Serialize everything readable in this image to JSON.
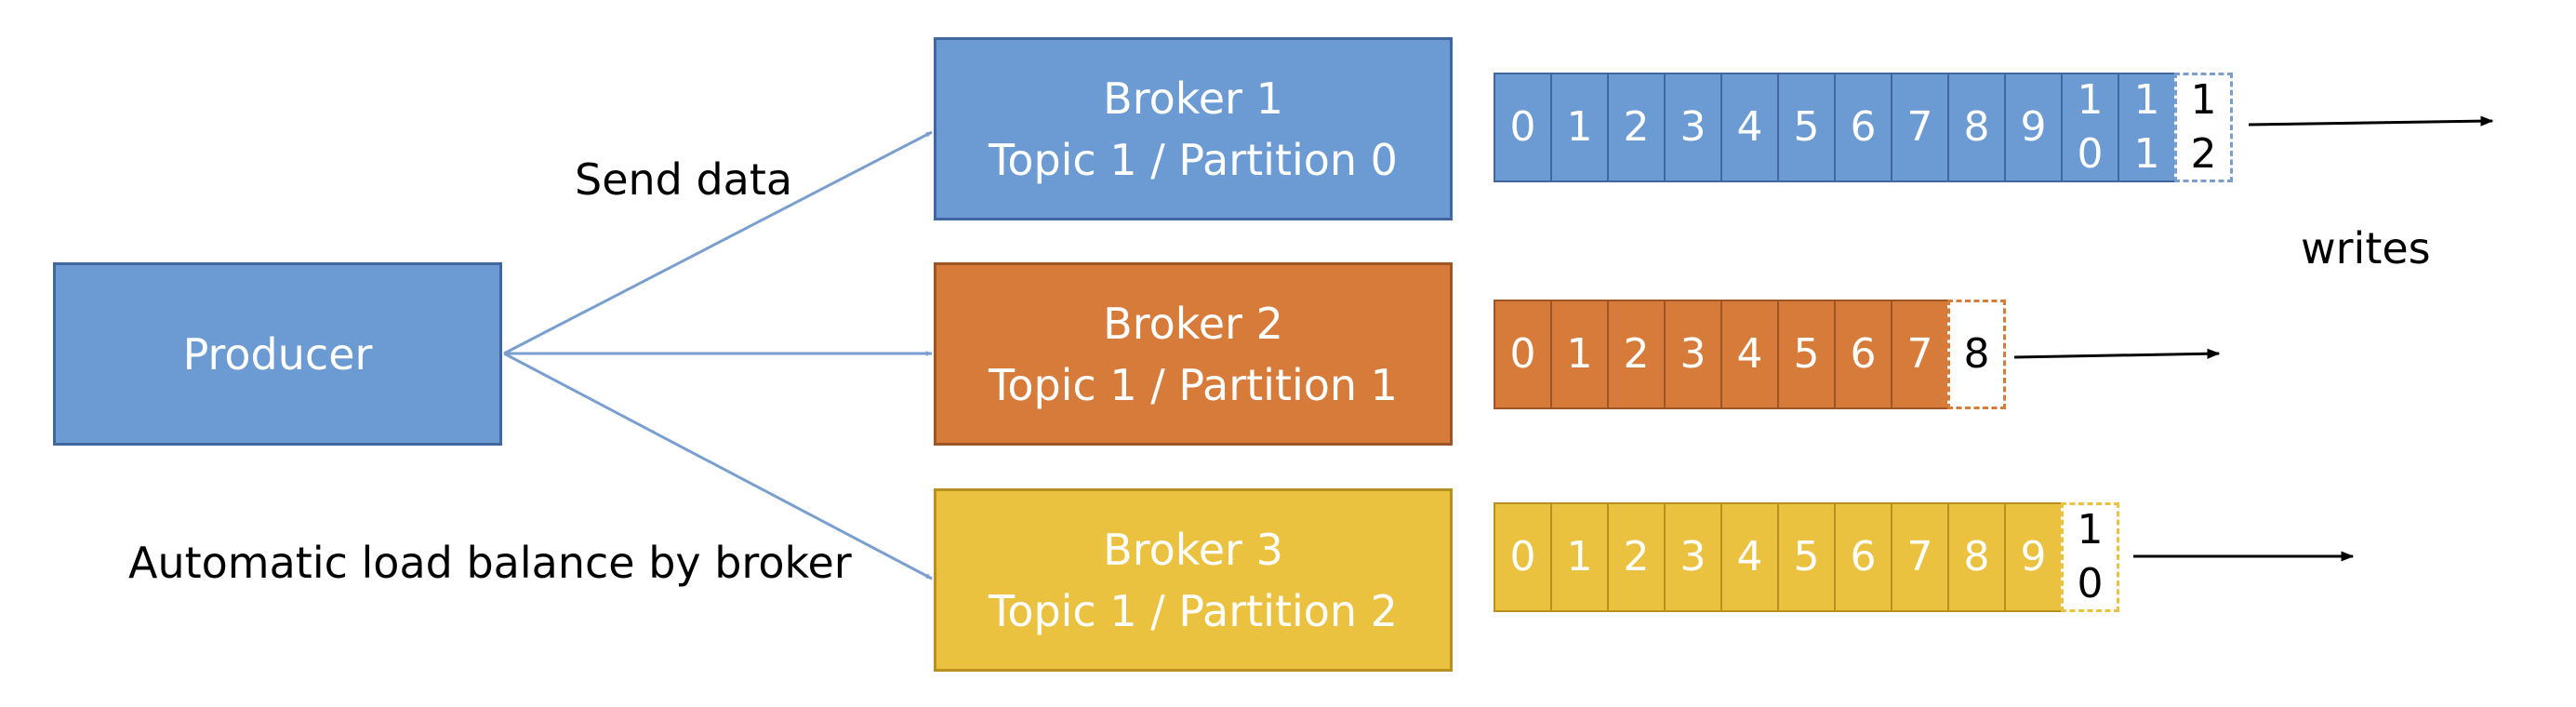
{
  "producer": {
    "label": "Producer"
  },
  "edge_labels": {
    "send_data": "Send data",
    "load_balance": "Automatic load balance by broker",
    "writes": "writes"
  },
  "colors": {
    "producer": "#6b9bd2",
    "broker_1": "#6b9bd2",
    "broker_2": "#d77b3a",
    "broker_3": "#ebc23f",
    "arrow_from_producer": "#7a9fcf",
    "write_arrow": "#000000"
  },
  "brokers": [
    {
      "title": "Broker 1",
      "subtitle": "Topic 1 / Partition 0",
      "color": "#6b9bd2",
      "border": "#41679f",
      "next_border": "#7a9fcf",
      "offsets": [
        "0",
        "1",
        "2",
        "3",
        "4",
        "5",
        "6",
        "7",
        "8",
        "9",
        [
          "1",
          "0"
        ],
        [
          "1",
          "1"
        ]
      ],
      "next_offset": [
        "1",
        "2"
      ]
    },
    {
      "title": "Broker 2",
      "subtitle": "Topic 1 / Partition 1",
      "color": "#d77b3a",
      "border": "#9c5524",
      "next_border": "#d77b3a",
      "offsets": [
        "0",
        "1",
        "2",
        "3",
        "4",
        "5",
        "6",
        "7"
      ],
      "next_offset": [
        "8"
      ]
    },
    {
      "title": "Broker 3",
      "subtitle": "Topic 1 / Partition 2",
      "color": "#ebc23f",
      "border": "#b89020",
      "next_border": "#ebc23f",
      "offsets": [
        "0",
        "1",
        "2",
        "3",
        "4",
        "5",
        "6",
        "7",
        "8",
        "9"
      ],
      "next_offset": [
        "1",
        "0"
      ]
    }
  ]
}
